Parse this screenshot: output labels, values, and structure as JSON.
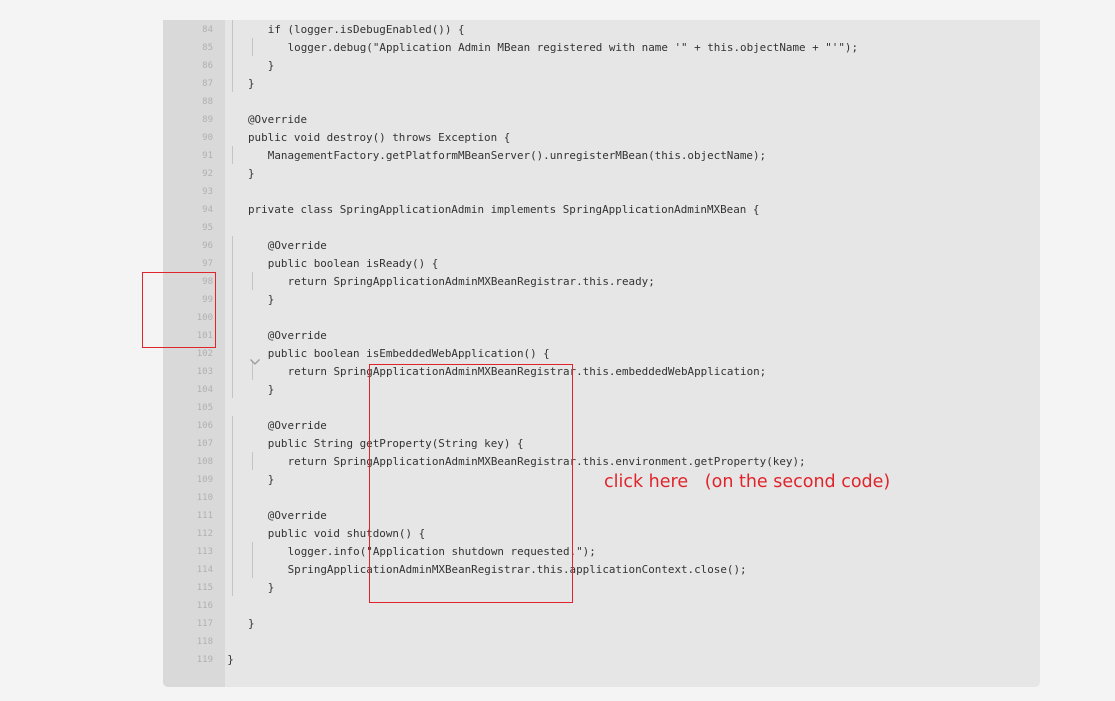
{
  "code_viewer": {
    "lines": [
      {
        "no": "84",
        "text": "if (logger.isDebugEnabled()) {",
        "indent": 1
      },
      {
        "no": "85",
        "text": "logger.debug(\"Application Admin MBean registered with name '\" + this.objectName + \"'\");",
        "indent": 2
      },
      {
        "no": "86",
        "text": "}",
        "indent": 1
      },
      {
        "no": "87",
        "text": "}",
        "indent": 0
      },
      {
        "no": "88",
        "text": "",
        "indent": 0
      },
      {
        "no": "89",
        "text": "@Override",
        "indent": 0
      },
      {
        "no": "90",
        "text": "public void destroy() throws Exception {",
        "indent": 0
      },
      {
        "no": "91",
        "text": "ManagementFactory.getPlatformMBeanServer().unregisterMBean(this.objectName);",
        "indent": 1
      },
      {
        "no": "92",
        "text": "}",
        "indent": 0
      },
      {
        "no": "93",
        "text": "",
        "indent": 0
      },
      {
        "no": "94",
        "text": "private class SpringApplicationAdmin implements SpringApplicationAdminMXBean {",
        "indent": 0
      },
      {
        "no": "95",
        "text": "",
        "indent": 0
      },
      {
        "no": "96",
        "text": "@Override",
        "indent": 1
      },
      {
        "no": "97",
        "text": "public boolean isReady() {",
        "indent": 1
      },
      {
        "no": "98",
        "text": "return SpringApplicationAdminMXBeanRegistrar.this.ready;",
        "indent": 2
      },
      {
        "no": "99",
        "text": "}",
        "indent": 1
      },
      {
        "no": "100",
        "text": "",
        "indent": 0
      },
      {
        "no": "101",
        "text": "@Override",
        "indent": 1
      },
      {
        "no": "102",
        "text": "public boolean isEmbeddedWebApplication() {",
        "indent": 1
      },
      {
        "no": "103",
        "text": "return SpringApplicationAdminMXBeanRegistrar.this.embeddedWebApplication;",
        "indent": 2
      },
      {
        "no": "104",
        "text": "}",
        "indent": 1
      },
      {
        "no": "105",
        "text": "",
        "indent": 0
      },
      {
        "no": "106",
        "text": "@Override",
        "indent": 1
      },
      {
        "no": "107",
        "text": "public String getProperty(String key) {",
        "indent": 1
      },
      {
        "no": "108",
        "text": "return SpringApplicationAdminMXBeanRegistrar.this.environment.getProperty(key);",
        "indent": 2
      },
      {
        "no": "109",
        "text": "}",
        "indent": 1
      },
      {
        "no": "110",
        "text": "",
        "indent": 0
      },
      {
        "no": "111",
        "text": "@Override",
        "indent": 1
      },
      {
        "no": "112",
        "text": "public void shutdown() {",
        "indent": 1
      },
      {
        "no": "113",
        "text": "logger.info(\"Application shutdown requested.\");",
        "indent": 2
      },
      {
        "no": "114",
        "text": "SpringApplicationAdminMXBeanRegistrar.this.applicationContext.close();",
        "indent": 2
      },
      {
        "no": "115",
        "text": "}",
        "indent": 1
      },
      {
        "no": "116",
        "text": "",
        "indent": 0
      },
      {
        "no": "117",
        "text": "}",
        "indent": 0
      },
      {
        "no": "118",
        "text": "",
        "indent": 0
      },
      {
        "no": "119",
        "text": "}",
        "indent": -1
      }
    ],
    "fold_icon": "chevron-down-icon"
  },
  "annotation": {
    "note": "click here   (on the second code)",
    "color": "#e0242b"
  }
}
